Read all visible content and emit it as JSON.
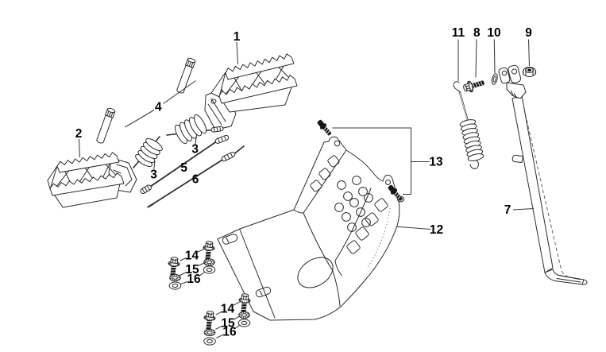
{
  "figure": {
    "background": "#ffffff",
    "line_color": "#2b2b2b",
    "dark_fill": "#161616",
    "label_color": "#000000"
  },
  "callouts": [
    {
      "ref": "1"
    },
    {
      "ref": "2"
    },
    {
      "ref": "3"
    },
    {
      "ref": "4"
    },
    {
      "ref": "5"
    },
    {
      "ref": "6"
    },
    {
      "ref": "7"
    },
    {
      "ref": "8"
    },
    {
      "ref": "9"
    },
    {
      "ref": "10"
    },
    {
      "ref": "11"
    },
    {
      "ref": "12"
    },
    {
      "ref": "13"
    },
    {
      "ref": "14"
    },
    {
      "ref": "15"
    },
    {
      "ref": "16"
    }
  ]
}
